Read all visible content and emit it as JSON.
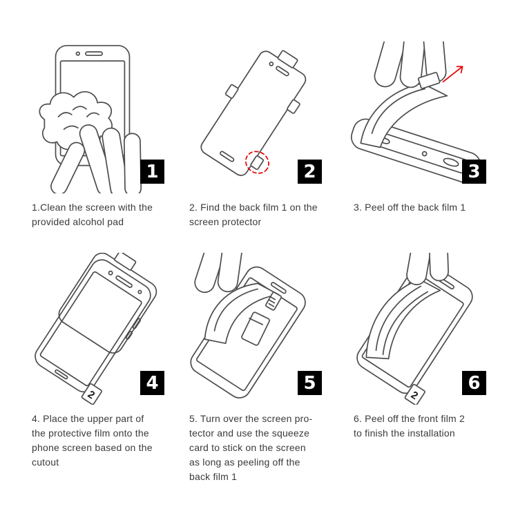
{
  "colors": {
    "line": "#4d4d4d",
    "badge_bg": "#000000",
    "badge_text": "#ffffff",
    "accent_red": "#e60000",
    "background": "#ffffff"
  },
  "steps": [
    {
      "number": "1",
      "caption": "1.Clean the screen with the\nprovided alcohol pad",
      "illustration": "hand-wiping-phone-with-alcohol-pad"
    },
    {
      "number": "2",
      "caption": "2. Find the back film 1 on the\nscreen protector",
      "illustration": "screen-protector-with-back-film-tab-circled"
    },
    {
      "number": "3",
      "caption": "3. Peel off the back film 1",
      "illustration": "hand-peeling-back-film-with-red-arrow"
    },
    {
      "number": "4",
      "caption": "4. Place the upper part of\nthe protective film onto the\nphone screen based on the\ncutout",
      "tab_label": "2",
      "illustration": "film-aligned-on-phone-upper-part"
    },
    {
      "number": "5",
      "caption": "5. Turn over the screen pro-\ntector and use the squeeze\ncard to stick on the screen\nas long as peeling off the\nback film 1",
      "illustration": "squeeze-card-sticking-film-on-screen"
    },
    {
      "number": "6",
      "caption": "6. Peel off the front film 2\nto finish the installation",
      "tab_label": "2",
      "illustration": "hand-peeling-front-film"
    }
  ]
}
